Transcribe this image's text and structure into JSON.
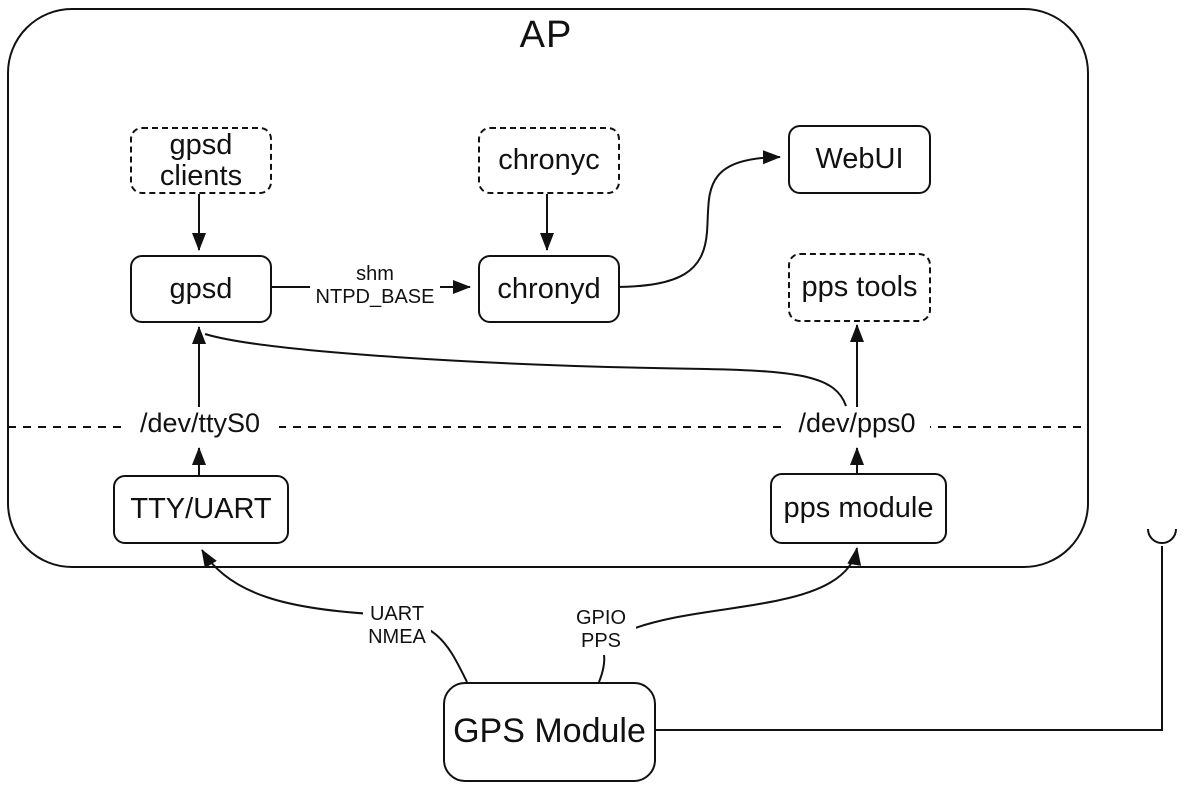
{
  "colors": {
    "ink": "#111111",
    "background": "#ffffff"
  },
  "diagram": {
    "title": "AP",
    "nodes": {
      "gpsd_clients": {
        "label": "gpsd\nclients",
        "style": "dashed"
      },
      "chronyc": {
        "label": "chronyc",
        "style": "dashed"
      },
      "webui": {
        "label": "WebUI",
        "style": "solid"
      },
      "gpsd": {
        "label": "gpsd",
        "style": "solid"
      },
      "chronyd": {
        "label": "chronyd",
        "style": "solid"
      },
      "pps_tools": {
        "label": "pps tools",
        "style": "dashed"
      },
      "tty_uart": {
        "label": "TTY/UART",
        "style": "solid"
      },
      "pps_module": {
        "label": "pps module",
        "style": "solid"
      },
      "gps_module": {
        "label": "GPS Module",
        "style": "solid"
      }
    },
    "interface_labels": {
      "ttyS0": "/dev/ttyS0",
      "pps0": "/dev/pps0"
    },
    "edge_labels": {
      "shm": "shm\nNTPD_BASE",
      "uart_nmea": "UART\nNMEA",
      "gpio_pps": "GPIO\nPPS"
    },
    "edges": [
      {
        "from": "gpsd clients",
        "to": "gpsd"
      },
      {
        "from": "chronyc",
        "to": "chronyd"
      },
      {
        "from": "gpsd",
        "to": "chronyd",
        "label": "shm NTPD_BASE"
      },
      {
        "from": "chronyd",
        "to": "WebUI"
      },
      {
        "from": "TTY/UART",
        "to": "/dev/ttyS0"
      },
      {
        "from": "/dev/ttyS0",
        "to": "gpsd"
      },
      {
        "from": "pps module",
        "to": "/dev/pps0"
      },
      {
        "from": "/dev/pps0",
        "to": "pps tools"
      },
      {
        "from": "/dev/pps0",
        "to": "gpsd"
      },
      {
        "from": "GPS Module",
        "to": "TTY/UART",
        "label": "UART NMEA"
      },
      {
        "from": "GPS Module",
        "to": "pps module",
        "label": "GPIO PPS"
      },
      {
        "from": "GPS Module",
        "to": "antenna"
      }
    ]
  }
}
